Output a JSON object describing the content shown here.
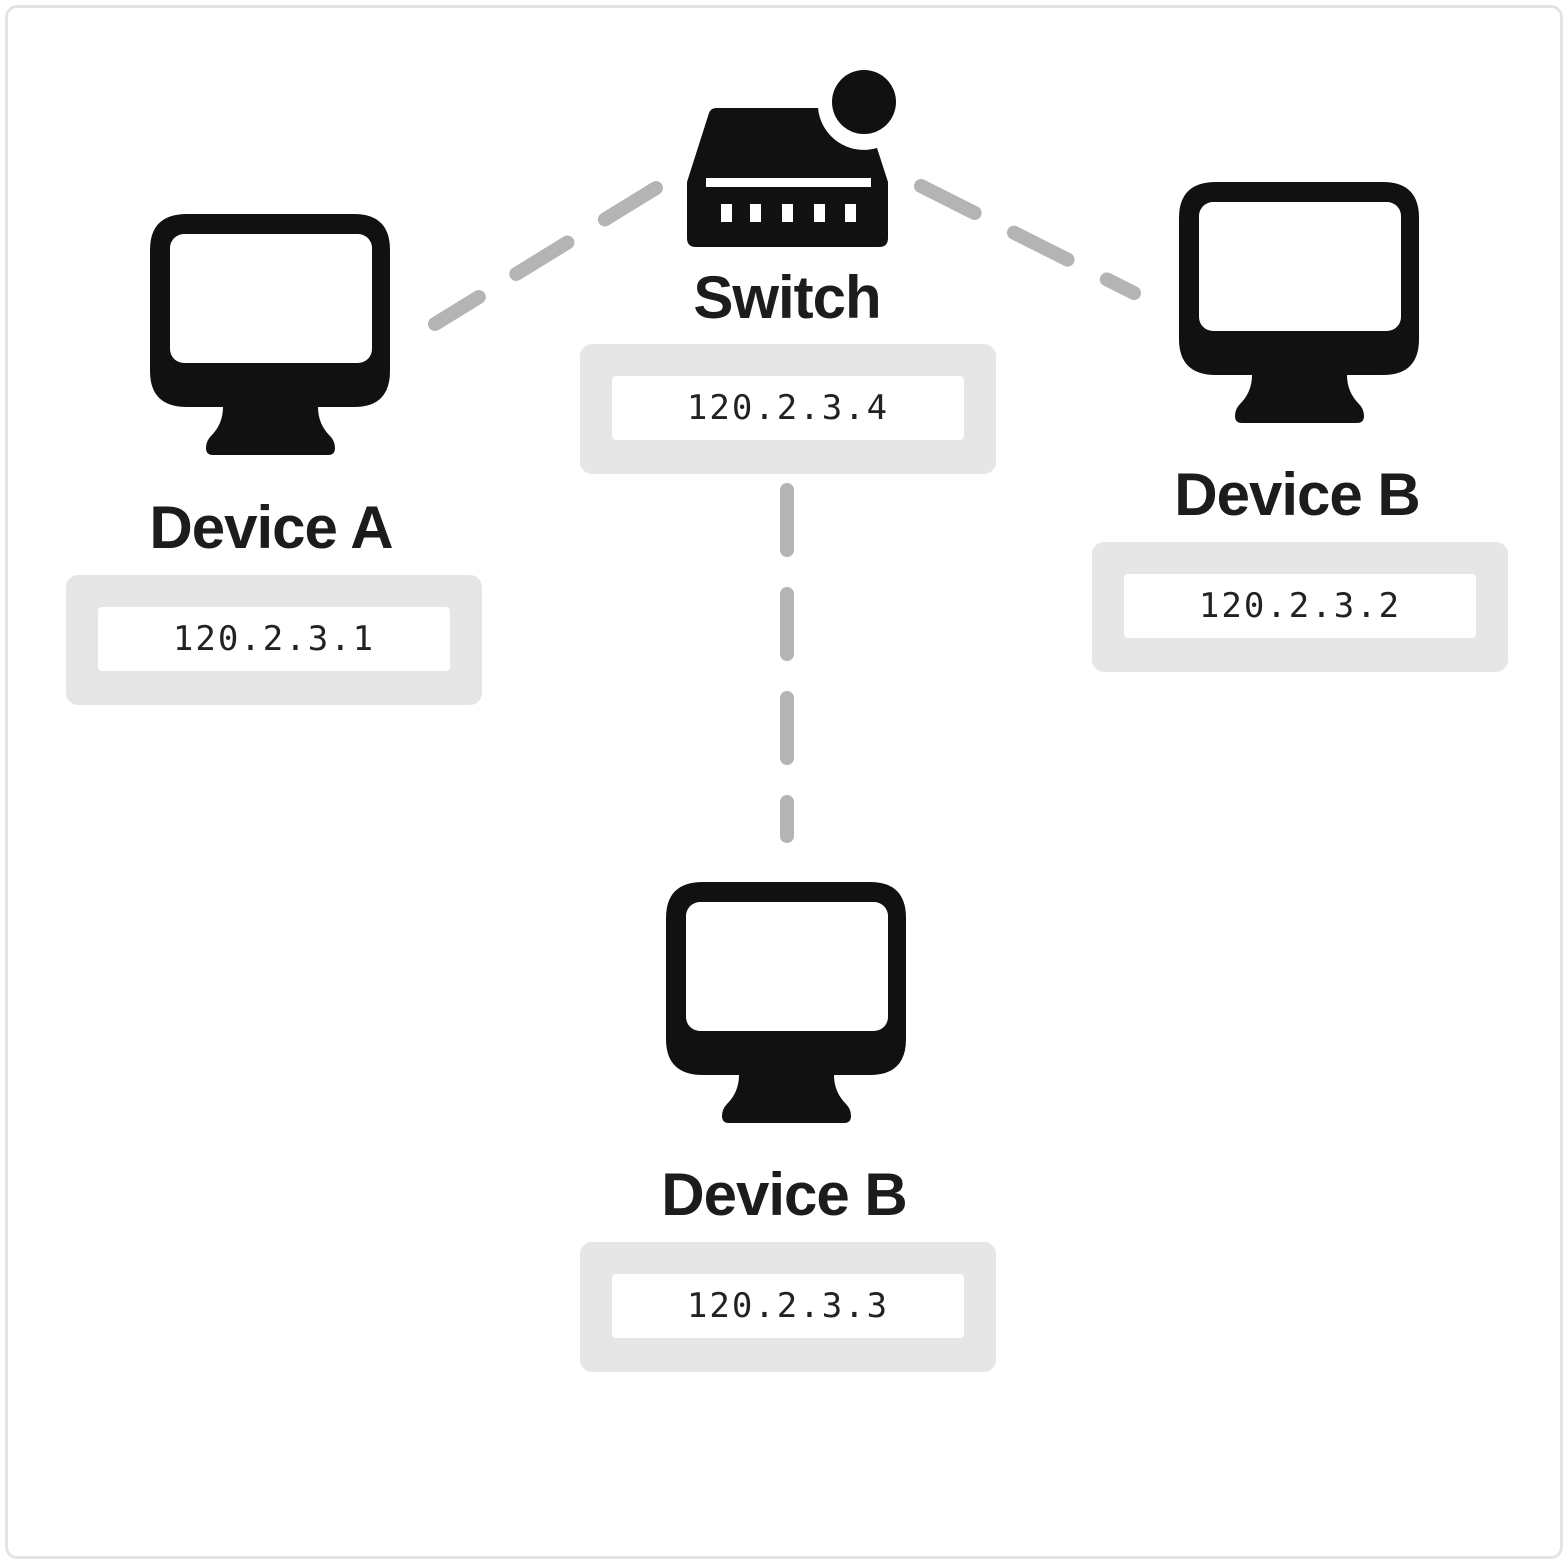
{
  "diagram": {
    "switch": {
      "label": "Switch",
      "ip": "120.2.3.4",
      "icon": "network-switch-icon"
    },
    "devices": [
      {
        "id": "device-a",
        "label": "Device A",
        "ip": "120.2.3.1",
        "icon": "monitor-icon"
      },
      {
        "id": "device-b-right",
        "label": "Device B",
        "ip": "120.2.3.2",
        "icon": "monitor-icon"
      },
      {
        "id": "device-b-bottom",
        "label": "Device B",
        "ip": "120.2.3.3",
        "icon": "monitor-icon"
      }
    ],
    "links": [
      {
        "from": "switch",
        "to": "device-a",
        "style": "dashed"
      },
      {
        "from": "switch",
        "to": "device-b-right",
        "style": "dashed"
      },
      {
        "from": "switch",
        "to": "device-b-bottom",
        "style": "dashed"
      }
    ],
    "colors": {
      "icon": "#111111",
      "link": "#b4b4b4",
      "card": "#e6e6e6",
      "field": "#ffffff",
      "text": "#1c1c1c",
      "frame_border": "#e4e4e4"
    }
  }
}
